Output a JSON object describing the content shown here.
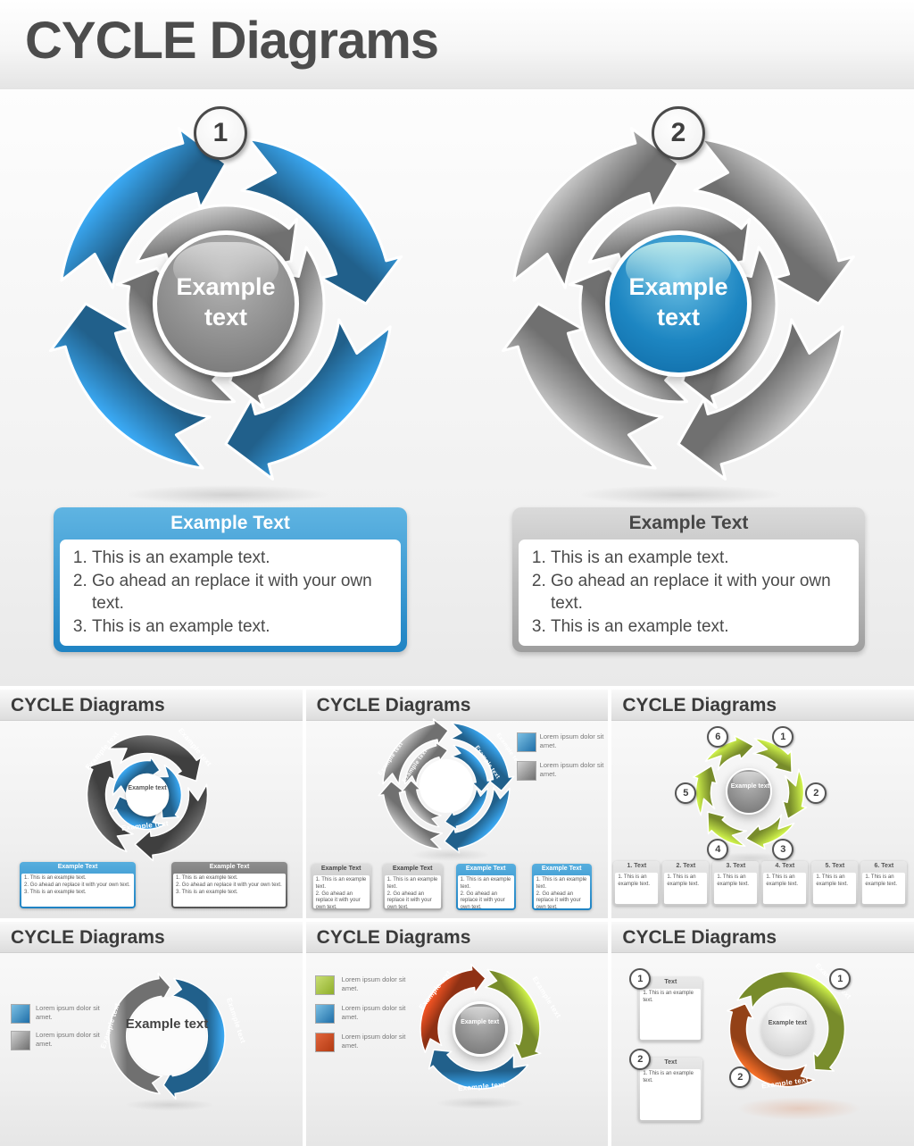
{
  "page": {
    "title": "CYCLE Diagrams"
  },
  "labels": {
    "example_text": "Example text",
    "example_header": "Example Text",
    "text_header": "Text"
  },
  "badges": {
    "d1": "1",
    "d2": "2"
  },
  "list": [
    "This is an example text.",
    "Go ahead an replace it with your own text.",
    "This is an example text."
  ],
  "mini_lines": [
    "1. This is an example text.",
    "2. Go ahead an replace it with your own text.",
    "3. This is an example text."
  ],
  "lorem": "Lorem ipsum dolor sit amet.",
  "thumbs": [
    {
      "title": "CYCLE Diagrams"
    },
    {
      "title": "CYCLE Diagrams"
    },
    {
      "title": "CYCLE Diagrams"
    },
    {
      "title": "CYCLE Diagrams"
    },
    {
      "title": "CYCLE Diagrams"
    },
    {
      "title": "CYCLE Diagrams"
    }
  ],
  "thumb3": {
    "box_headers": [
      "1. Text",
      "2. Text",
      "3. Text",
      "4. Text",
      "5. Text",
      "6. Text"
    ],
    "badge_numbers": [
      "1",
      "2",
      "3",
      "4",
      "5",
      "6"
    ]
  },
  "thumb6": {
    "badges": [
      "1",
      "2"
    ]
  },
  "colors": {
    "blue": "#2e86c1",
    "gray": "#9b9b9b",
    "charcoal": "#575757",
    "green": "#a6c23c",
    "red": "#c7441c",
    "orange": "#cc5a20"
  }
}
